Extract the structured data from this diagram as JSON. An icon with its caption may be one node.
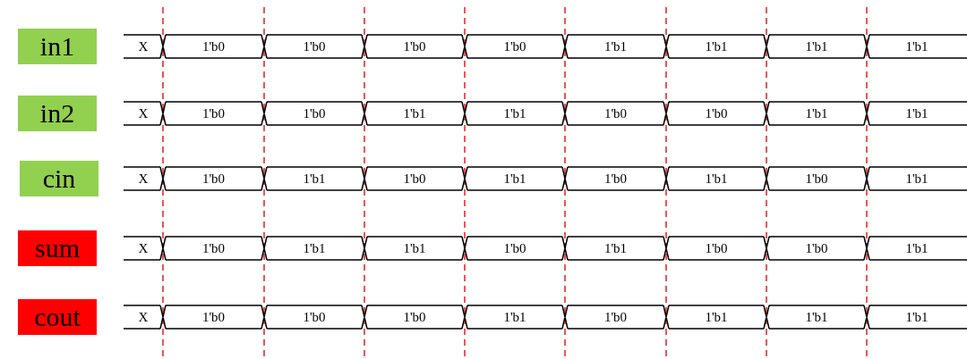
{
  "diagram": {
    "nodes": [
      {
        "text": [
          "in1"
        ]
      },
      {
        "text": [
          "in2"
        ]
      },
      {
        "text": [
          "cin"
        ]
      },
      {
        "text": [
          "sum"
        ]
      },
      {
        "text": [
          "cout"
        ]
      }
    ],
    "labels": [
      "X",
      "1'b0",
      "1'b0",
      "1'b0",
      "1'b0",
      "1'b1",
      "1'b1",
      "1'b1",
      "1'b1",
      "X",
      "1'b0",
      "1'b0",
      "1'b1",
      "1'b1",
      "1'b0",
      "1'b0",
      "1'b1",
      "1'b1",
      "X",
      "1'b0",
      "1'b1",
      "1'b0",
      "1'b1",
      "1'b0",
      "1'b1",
      "1'b0",
      "1'b1",
      "X",
      "1'b0",
      "1'b1",
      "1'b1",
      "1'b0",
      "1'b1",
      "1'b0",
      "1'b0",
      "1'b1",
      "X",
      "1'b0",
      "1'b0",
      "1'b0",
      "1'b1",
      "1'b0",
      "1'b1",
      "1'b1",
      "1'b1"
    ]
  }
}
